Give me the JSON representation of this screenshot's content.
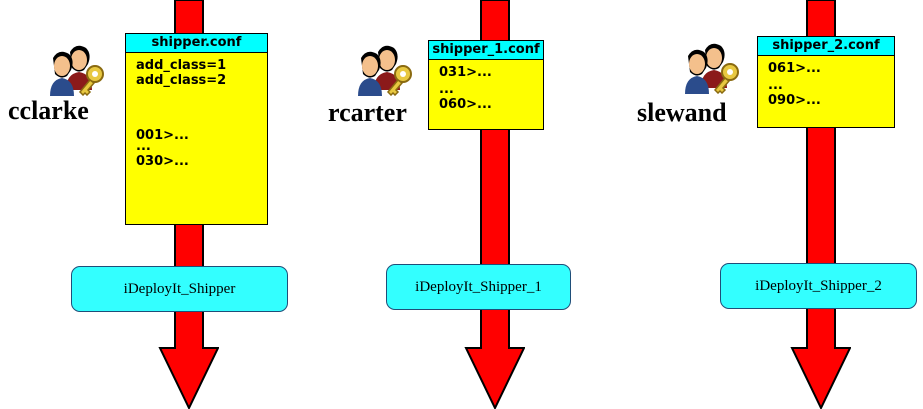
{
  "lanes": [
    {
      "user": "cclarke",
      "conf": {
        "title": "shipper.conf",
        "lines": [
          "add_class=1",
          "add_class=2",
          "",
          "001>...",
          "...",
          "030>..."
        ]
      },
      "shipper": "iDeployIt_Shipper"
    },
    {
      "user": "rcarter",
      "conf": {
        "title": "shipper_1.conf",
        "lines": [
          "031>...",
          "...",
          "060>..."
        ]
      },
      "shipper": "iDeployIt_Shipper_1"
    },
    {
      "user": "slewand",
      "conf": {
        "title": "shipper_2.conf",
        "lines": [
          "061>...",
          "...",
          "090>..."
        ]
      },
      "shipper": "iDeployIt_Shipper_2"
    }
  ],
  "colors": {
    "arrow_fill": "#ff0000",
    "arrow_stroke": "#000000",
    "conf_body": "#ffff00",
    "conf_title": "#00ffff",
    "shipper_box": "#33ffff",
    "shipper_border": "#1f4e79"
  },
  "icons": [
    "users-key-icon"
  ]
}
